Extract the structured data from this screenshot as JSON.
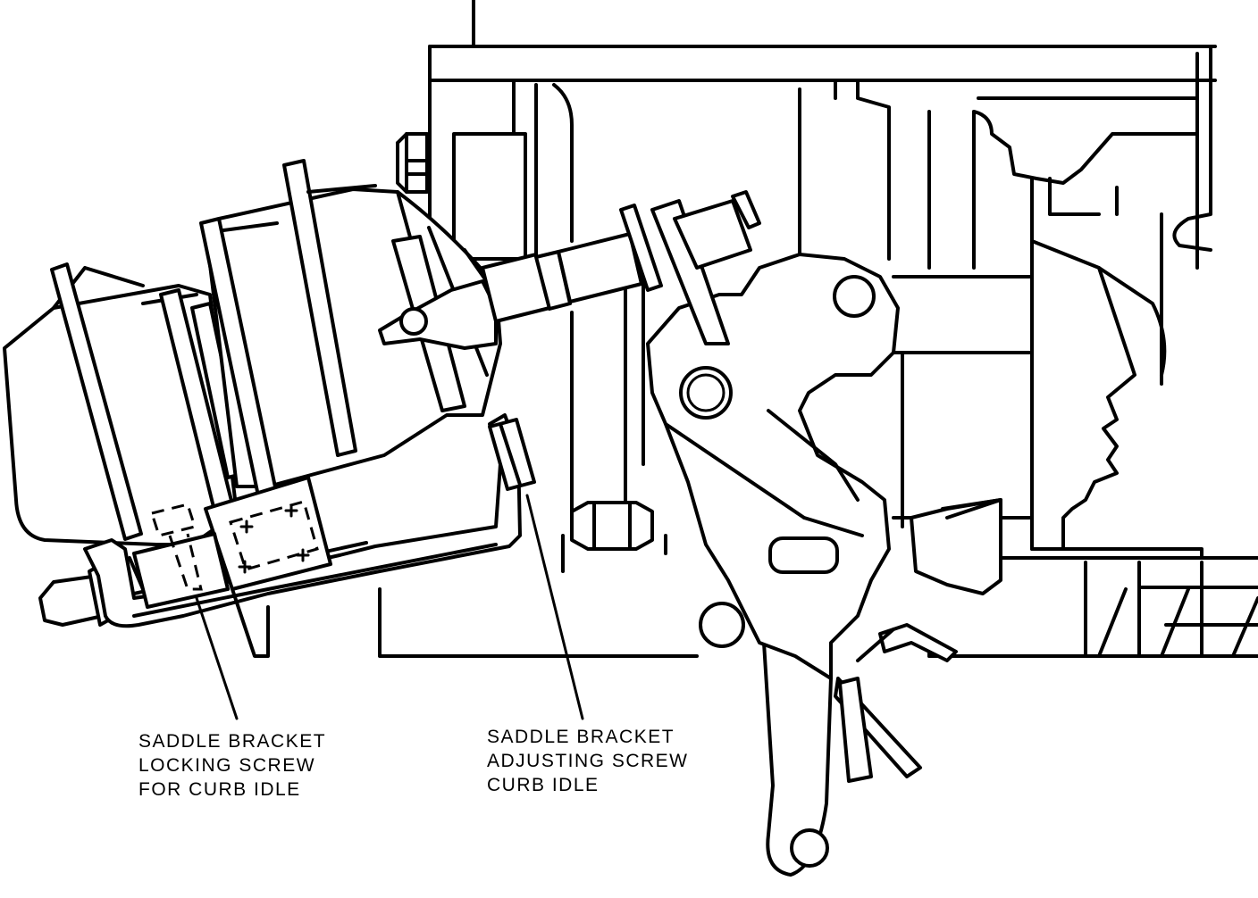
{
  "labels": {
    "locking_screw": {
      "line1": "SADDLE BRACKET",
      "line2": "LOCKING SCREW",
      "line3": "FOR CURB IDLE"
    },
    "adjusting_screw": {
      "line1": "SADDLE BRACKET",
      "line2": "ADJUSTING SCREW",
      "line3": "CURB IDLE"
    }
  },
  "colors": {
    "line": "#000000",
    "background": "#ffffff"
  }
}
